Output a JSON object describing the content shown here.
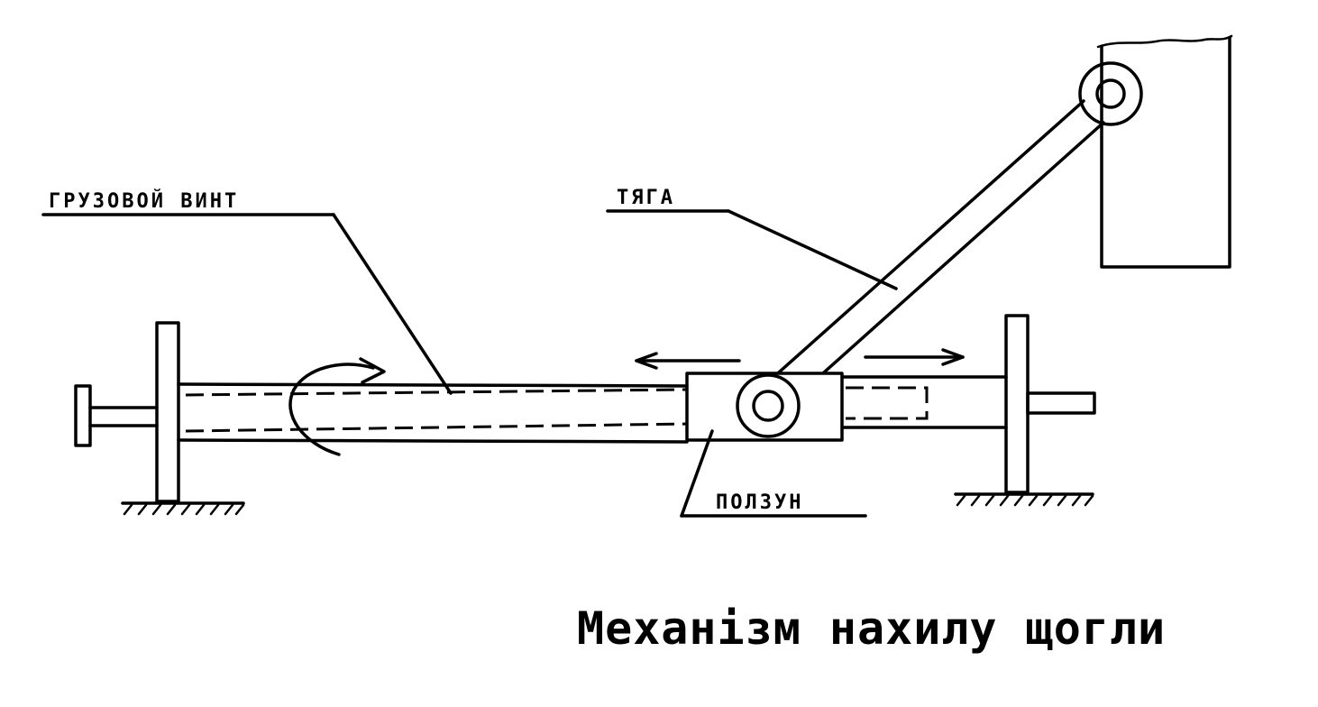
{
  "labels": {
    "screw": "ГРУЗОВОЙ ВИНТ",
    "rod": "ТЯГА",
    "slider": "ПОЛЗУН"
  },
  "caption": "Механізм нахилу щогли",
  "colors": {
    "ink": "#000000",
    "paper": "#ffffff"
  }
}
